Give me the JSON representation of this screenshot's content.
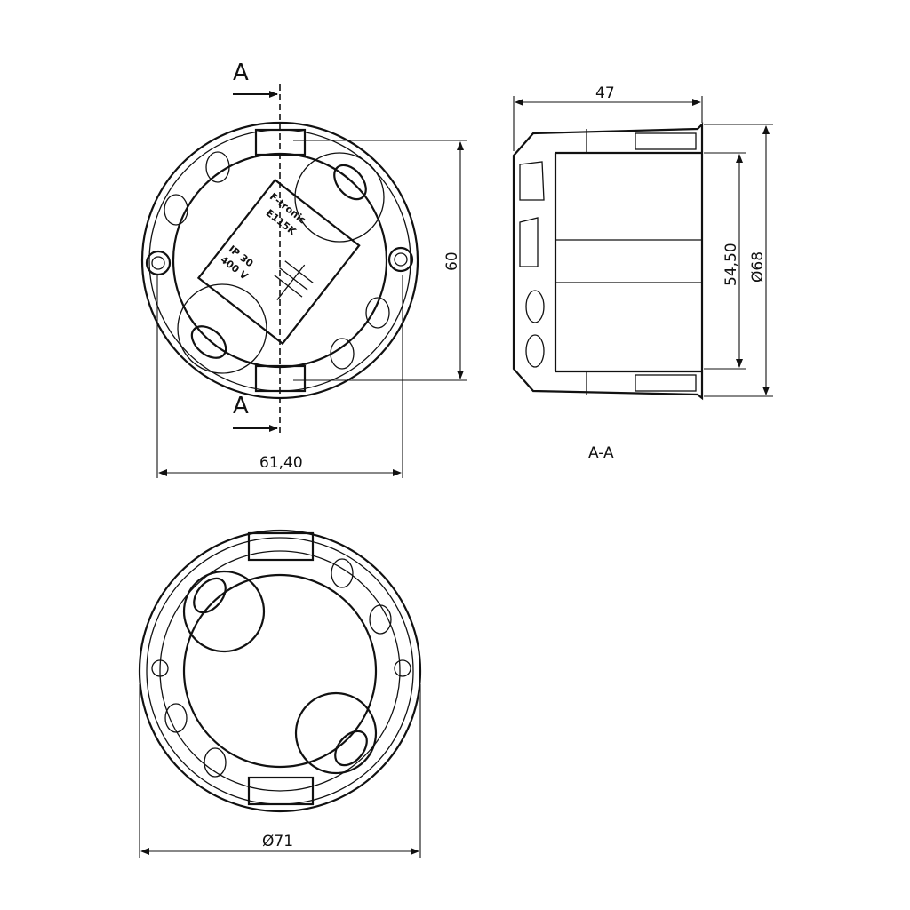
{
  "section_marks": {
    "top": "A",
    "bottom": "A"
  },
  "section_title": "A-A",
  "dimensions": {
    "top_height": "60",
    "top_width": "61,40",
    "section_depth": "47",
    "section_inner": "54,50",
    "section_outer": "Ø68",
    "bottom_diameter": "Ø71"
  },
  "product_label": {
    "brand": "F-tronic",
    "model": "E115K",
    "rating": "IP 30",
    "voltage": "400 V"
  }
}
